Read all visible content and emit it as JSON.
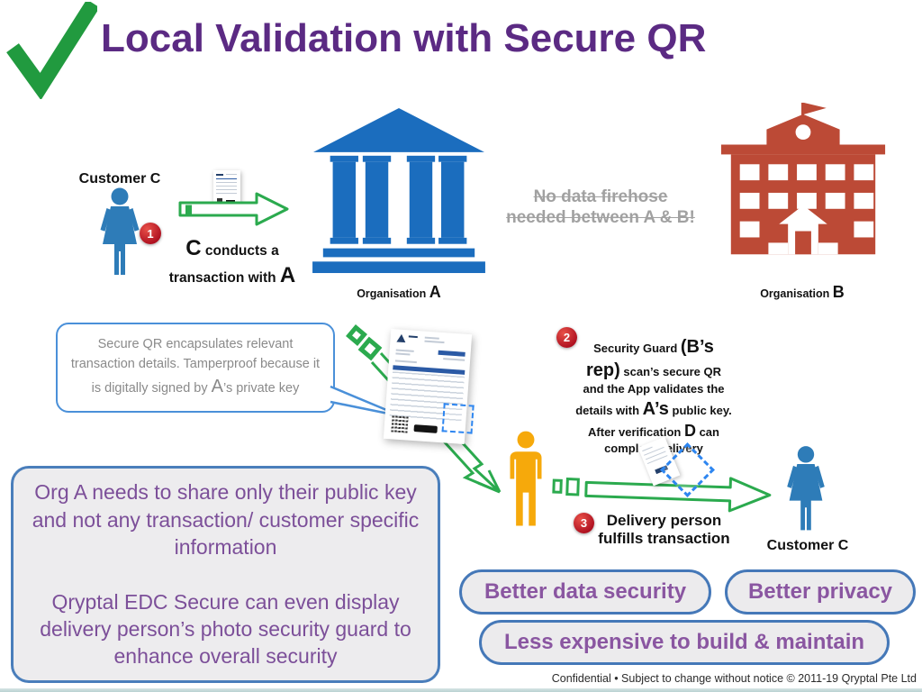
{
  "title": "Local Validation with Secure QR",
  "colors": {
    "title_purple": "#5B2A83",
    "check_green": "#219A3F",
    "arrow_green": "#2BAA4E",
    "person_blue": "#2E7CB8",
    "bank_blue": "#1B6DBE",
    "building_red": "#BC4A36",
    "person_yellow": "#F6A90B",
    "badge_red": "#C4122E",
    "muted_gray": "#A1A1A1",
    "bubble_border_blue": "#4A90D9",
    "box_border_blue": "#4A7EBB",
    "box_text_purple": "#7C4F99",
    "qr_dash_blue": "#2E86F0"
  },
  "icons": {
    "check": "green-checkmark",
    "customer": "woman-figure",
    "org_a": "bank-building-columns",
    "org_b": "red-school-building-flag",
    "delivery": "man-figure",
    "arrow": "green-outline-arrow",
    "invoice": "invoice-document-with-qr",
    "qr_frame": "dashed-blue-qr-highlight"
  },
  "actors": {
    "customer_left": "Customer C",
    "customer_right": "Customer C",
    "org_a_prefix": "Organisation ",
    "org_a_letter": "A",
    "org_b_prefix": "Organisation ",
    "org_b_letter": "B"
  },
  "steps": {
    "one": {
      "badge": "1",
      "big1": "C",
      "rest1": " conducts a",
      "pre2": "transaction with ",
      "big2": "A"
    },
    "two": {
      "badge": "2",
      "p1": "Security Guard ",
      "b1": "(B’s rep)",
      "p2": " scan’s secure QR and the App validates the details with ",
      "b2": "A’s",
      "p3": " public key. After verification ",
      "b3": "D",
      "p4": " can complete delivery"
    },
    "three": {
      "badge": "3",
      "text": "Delivery person fulfills transaction"
    }
  },
  "firehose": {
    "line1": "No data firehose",
    "line2": "needed between A & B!"
  },
  "bubble": {
    "pre": "Secure QR encapsulates relevant transaction details. Tamperproof because it is digitally signed by ",
    "big": "A",
    "post": "’s private key"
  },
  "org_box": {
    "para1": "Org A needs to share only their public key and not any transaction/ customer specific information",
    "para2": "Qryptal EDC Secure can even display delivery person’s photo security guard to enhance overall security"
  },
  "benefits": [
    "Better data security",
    "Better privacy",
    "Less expensive to build & maintain"
  ],
  "footer": "Confidential • Subject to change without notice © 2011-19 Qryptal Pte Ltd"
}
